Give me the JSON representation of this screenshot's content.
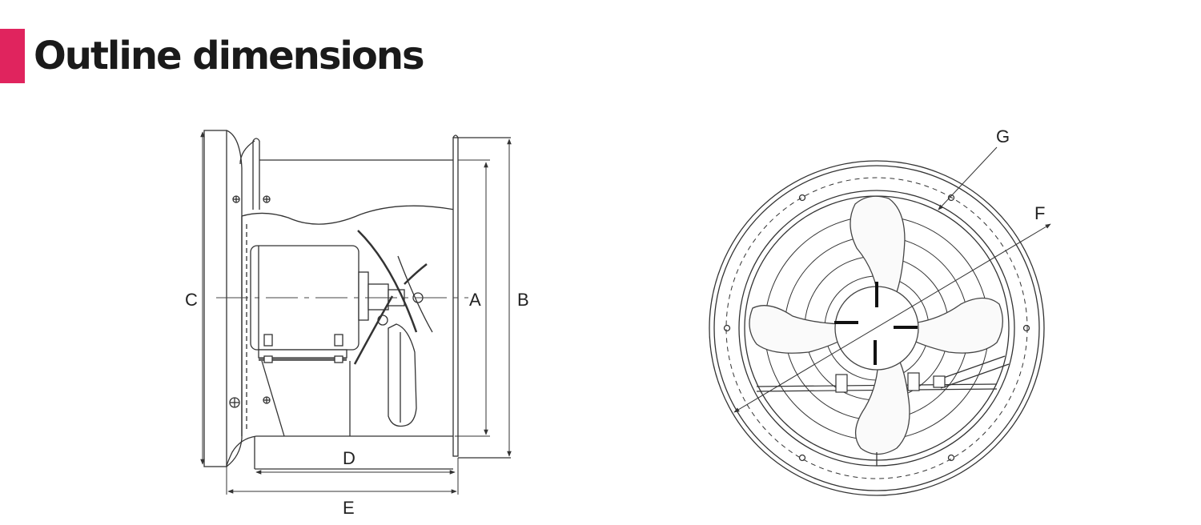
{
  "header": {
    "title": "Outline dimensions",
    "accent_color": "#e0245e"
  },
  "side_view": {
    "labels": {
      "a": "A",
      "b": "B",
      "c": "C",
      "d": "D",
      "e": "E"
    }
  },
  "front_view": {
    "labels": {
      "f": "F",
      "g": "G"
    }
  },
  "colors": {
    "line": "#333333",
    "thin_line": "#555555",
    "fill_light": "#fafafa"
  }
}
